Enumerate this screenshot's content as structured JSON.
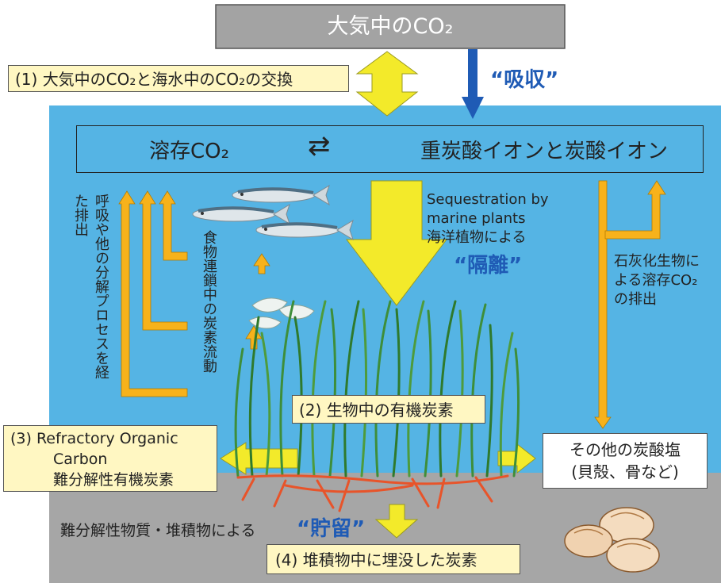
{
  "atmosphere": {
    "label": "大気中のCO₂"
  },
  "exchange": {
    "label": "(1) 大気中のCO₂と海水中のCO₂の交換"
  },
  "absorb": {
    "label": "“吸収”"
  },
  "equilibrium": {
    "left": "溶存CO₂",
    "arrow": "⇄",
    "right": "重炭酸イオンと炭酸イオン"
  },
  "respiration": {
    "label": "呼吸や他の分解プロセスを経た排出"
  },
  "foodchain": {
    "label": "食物連鎖中の炭素流動"
  },
  "sequestration": {
    "en": "Sequestration by marine plants",
    "ja": "海洋植物による",
    "emph": "“隔離”"
  },
  "calcifier": {
    "label": "石灰化生物による溶存CO₂の排出"
  },
  "organic": {
    "label": "(2) 生物中の有機炭素"
  },
  "refractory": {
    "line1": "(3) Refractory Organic",
    "line2": "Carbon",
    "line3": "難分解性有機炭素"
  },
  "carbonate": {
    "line1": "その他の炭酸塩",
    "line2": "(貝殻、骨など)"
  },
  "storage": {
    "label": "難分解性物質・堆積物による",
    "emph": "“貯留”"
  },
  "buried": {
    "label": "(4) 堆積物中に埋没した炭素"
  },
  "colors": {
    "sea": "#55b4e4",
    "sediment": "#a6a6a6",
    "atmo_box": "#a3a3a3",
    "yellow": "#f3ea2a",
    "orange": "#f7b21b",
    "blue_arrow": "#1f5bb5",
    "label_bg": "#fff7c2"
  }
}
